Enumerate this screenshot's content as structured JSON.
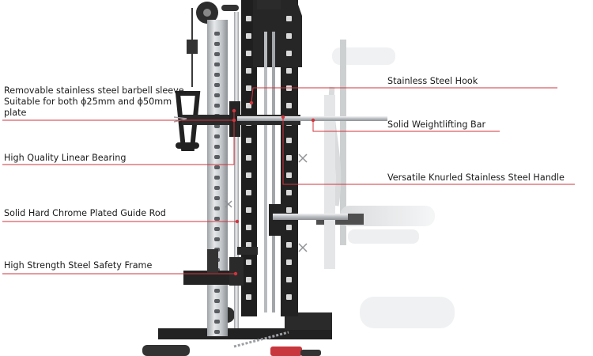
{
  "callouts": {
    "sleeve": {
      "line1": "Removable stainless steel barbell sleeve.",
      "line2": "Suitable for both ϕ25mm and ϕ50mm",
      "line3": "plate"
    },
    "linear_bearing": "High Quality Linear Bearing",
    "guide_rod": "Solid Hard Chrome Plated Guide Rod",
    "safety_frame": "High Strength Steel Safety Frame",
    "hook": "Stainless Steel Hook",
    "weightlifting_bar": "Solid Weightlifting Bar",
    "knurled_handle": "Versatile Knurled Stainless Steel Handle"
  },
  "colors": {
    "leader_line": "#d2343d",
    "dot": "#d2343d",
    "frame_black": "#1f1f1f",
    "upright_silver": "#c9cccf",
    "text": "#1a1a1a"
  }
}
